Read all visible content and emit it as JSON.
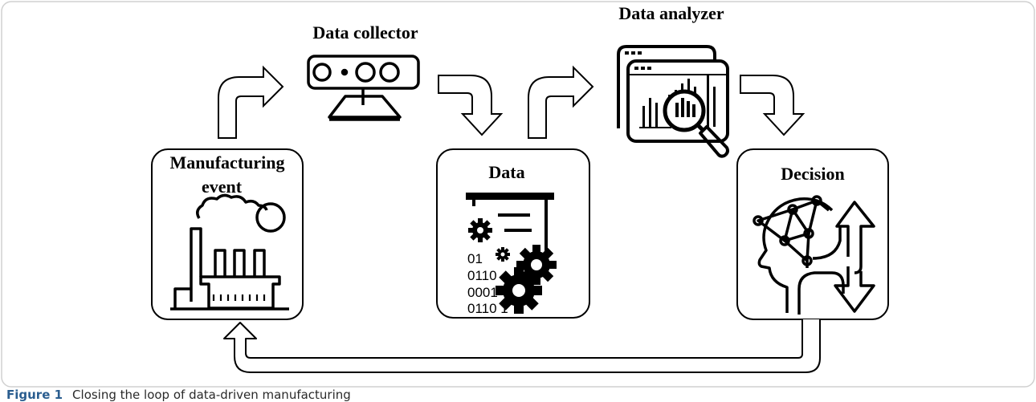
{
  "diagram": {
    "nodes": {
      "manufacturing": {
        "line1": "Manufacturing",
        "line2": "event",
        "icon": "factory-icon"
      },
      "collector": {
        "label": "Data collector",
        "icon": "sensor-device-icon"
      },
      "data": {
        "label": "Data",
        "icon": "document-gears-icon",
        "binary": [
          "01",
          "0110",
          "0001",
          "0110 1"
        ]
      },
      "analyzer": {
        "label": "Data analyzer",
        "icon": "chart-magnifier-icon"
      },
      "decision": {
        "label": "Decision",
        "icon": "head-network-icon"
      }
    },
    "flow": [
      "Manufacturing event",
      "Data collector",
      "Data",
      "Data analyzer",
      "Decision",
      "Manufacturing event"
    ]
  },
  "caption": {
    "label": "Figure 1",
    "text": "Closing the loop of data-driven manufacturing"
  },
  "colors": {
    "caption_label": "#2a5d8f",
    "stroke": "#000000"
  }
}
